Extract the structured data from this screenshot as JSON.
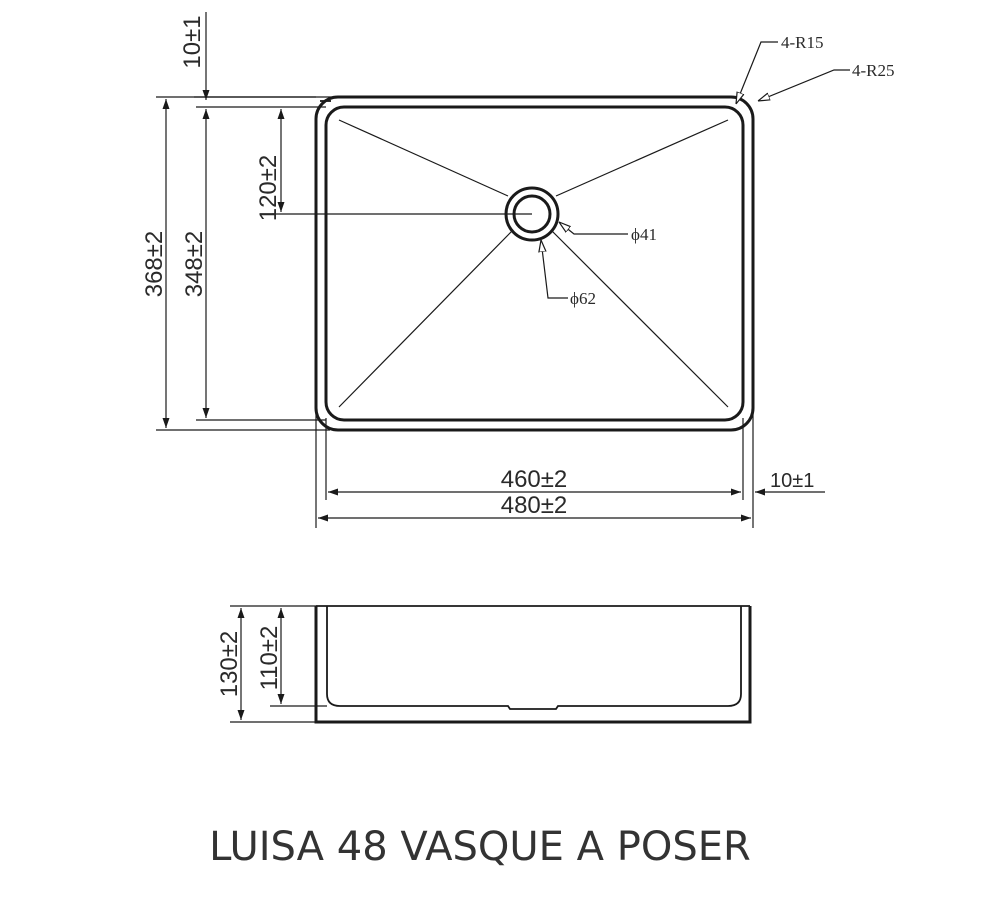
{
  "title": "LUISA 48 VASQUE A POSER",
  "top_view": {
    "dim_rim_top": "10±1",
    "dim_drain_offset": "120±2",
    "dim_inner_depth": "348±2",
    "dim_outer_depth": "368±2",
    "dim_inner_width": "460±2",
    "dim_outer_width": "480±2",
    "dim_rim_side": "10±1",
    "callout_r15": "4-R15",
    "callout_r25": "4-R25",
    "callout_drain_inner": "ϕ41",
    "callout_drain_outer": "ϕ62"
  },
  "side_view": {
    "dim_total_height": "130±2",
    "dim_inner_height": "110±2"
  }
}
